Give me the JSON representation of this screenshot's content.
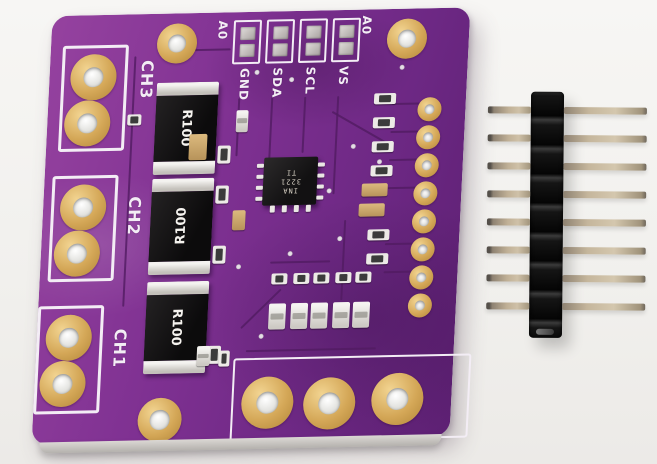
{
  "scene": {
    "type": "product photo",
    "background_color": "#f3f2ef",
    "objects": [
      "purple current-monitor breakout PCB",
      "black 8-pin male pin header strip"
    ]
  },
  "board": {
    "pcb_color": "#7f3192",
    "silkscreen_color": "#f3edf5",
    "pad_gold_color": "#d4a757",
    "channels": [
      {
        "label": "CH3"
      },
      {
        "label": "CH2"
      },
      {
        "label": "CH1"
      }
    ],
    "jumpers": {
      "labels": [
        "GND",
        "SDA",
        "SCL",
        "VS"
      ],
      "address_left": "A0",
      "address_right": "A0",
      "pads_per_jumper": 2
    },
    "shunts": [
      {
        "label": "R100"
      },
      {
        "label": "R100"
      },
      {
        "label": "R100"
      }
    ],
    "ic": {
      "line1": "INA",
      "line2": "3221",
      "line3": "TI"
    },
    "right_hole_count": 8,
    "bottom_pad_count": 3,
    "mounting_hole_count": 3
  },
  "header_strip": {
    "pin_count": 8,
    "body_color": "#141414",
    "pin_color": "#c5b69c"
  }
}
